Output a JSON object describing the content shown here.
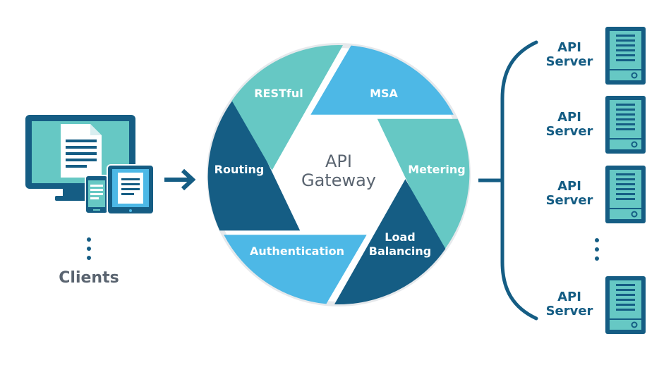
{
  "clients": {
    "label": "Clients"
  },
  "gateway": {
    "title_line1": "API",
    "title_line2": "Gateway",
    "segments": [
      {
        "label": "MSA"
      },
      {
        "label": "Metering"
      },
      {
        "label_line1": "Load",
        "label_line2": "Balancing"
      },
      {
        "label": "Authentication"
      },
      {
        "label": "Routing"
      },
      {
        "label": "RESTful"
      }
    ]
  },
  "servers": [
    {
      "line1": "API",
      "line2": "Server"
    },
    {
      "line1": "API",
      "line2": "Server"
    },
    {
      "line1": "API",
      "line2": "Server"
    },
    {
      "line1": "API",
      "line2": "Server"
    }
  ],
  "colors": {
    "dark_blue": "#155d84",
    "sky_blue": "#4db8e6",
    "teal": "#66c8c4",
    "text_gray": "#5a6470",
    "outline_gray": "#e6e9ec"
  },
  "icons": [
    "desktop-monitor-icon",
    "document-icon",
    "phone-icon",
    "tablet-icon",
    "arrow-right-icon",
    "server-icon",
    "vertical-ellipsis-icon"
  ]
}
